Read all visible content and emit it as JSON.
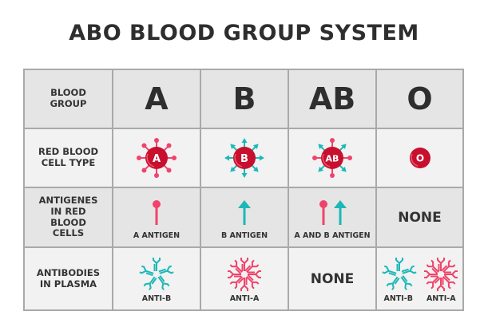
{
  "title": "ABO BLOOD GROUP SYSTEM",
  "colors": {
    "cell_red": "#c8102e",
    "antigen_a": "#f0436b",
    "antigen_b": "#1cb8b8",
    "grid_line": "#a9a9a9",
    "header_bg": "#e5e5e5",
    "body_bg": "#f2f2f2"
  },
  "rows": {
    "blood_group": "BLOOD GROUP",
    "cell_type": "RED BLOOD CELL TYPE",
    "antigens": "ANTIGENES IN RED BLOOD CELLS",
    "antibodies": "ANTIBODIES IN PLASMA"
  },
  "groups": [
    {
      "label": "A",
      "cell_icon": "red-cell-a-icon",
      "cell_text": "A",
      "antigen_label": "A ANTIGEN",
      "antibody_labels": [
        "ANTI-B"
      ]
    },
    {
      "label": "B",
      "cell_icon": "red-cell-b-icon",
      "cell_text": "B",
      "antigen_label": "B ANTIGEN",
      "antibody_labels": [
        "ANTI-A"
      ]
    },
    {
      "label": "AB",
      "cell_icon": "red-cell-ab-icon",
      "cell_text": "AB",
      "antigen_label": "A AND B ANTIGEN",
      "antibody_text": "NONE"
    },
    {
      "label": "O",
      "cell_icon": "red-cell-o-icon",
      "cell_text": "O",
      "antigen_text": "NONE",
      "antibody_labels": [
        "ANTI-B",
        "ANTI-A"
      ]
    }
  ]
}
